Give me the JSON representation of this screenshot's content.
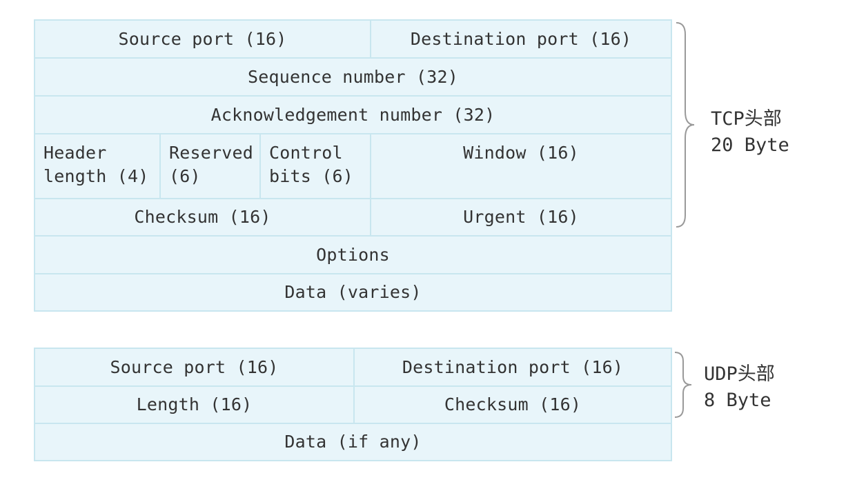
{
  "tcp": {
    "source_port": "Source port (16)",
    "destination_port": "Destination port (16)",
    "sequence_number": "Sequence number (32)",
    "acknowledgement_number": "Acknowledgement number (32)",
    "header_length": [
      "Header",
      "length (4)"
    ],
    "reserved": [
      "Reserved",
      "(6)"
    ],
    "control_bits": [
      "Control",
      "bits (6)"
    ],
    "window": "Window (16)",
    "checksum": "Checksum (16)",
    "urgent": "Urgent (16)",
    "options": "Options",
    "data": "Data (varies)",
    "label": [
      "TCP头部",
      "20 Byte"
    ]
  },
  "udp": {
    "source_port": "Source port (16)",
    "destination_port": "Destination port (16)",
    "length": "Length (16)",
    "checksum": "Checksum (16)",
    "data": "Data (if any)",
    "label": [
      "UDP头部",
      "8 Byte"
    ]
  },
  "colors": {
    "cell_fill": "#e8f5fa",
    "cell_border": "#c8e6ef",
    "text": "#333333",
    "brace": "#999999"
  }
}
